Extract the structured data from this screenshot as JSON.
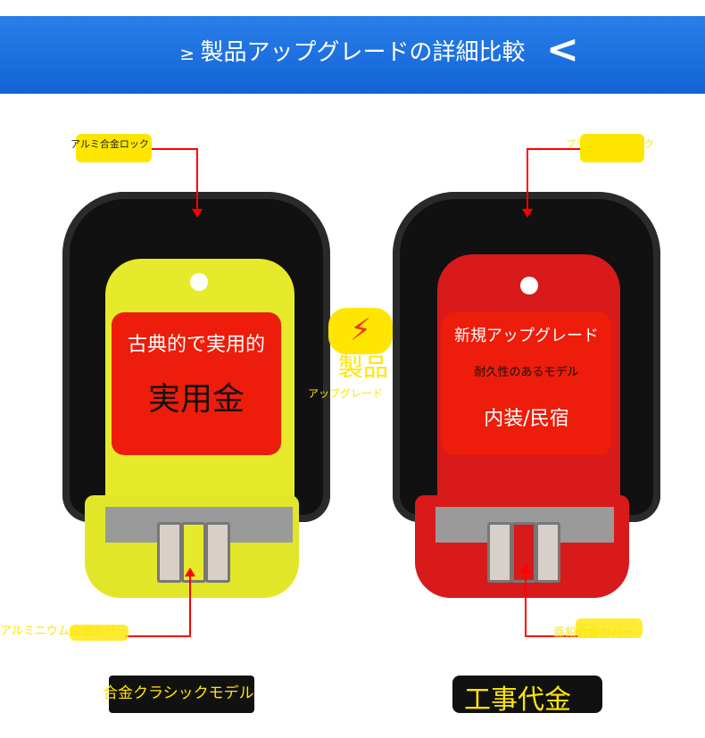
{
  "header": {
    "title": "製品アップグレードの詳細比較",
    "chevron": "<",
    "icon": "sparkle-icon"
  },
  "left": {
    "top_label": "アルミ合金ロック",
    "line1": "古典的で実用的",
    "line2": "実用金",
    "bottom_label": "アルミニウム合金カバー",
    "model": "合金クラシックモデル",
    "color": "#e6ea2a"
  },
  "center": {
    "badge": "製品",
    "sub": "アップグレード",
    "icon": "lightning-icon"
  },
  "right": {
    "top_label": "プラスチックロック",
    "line1": "新規アップグレード",
    "line2": "耐久性のあるモデル",
    "line3": "内装/民宿",
    "bottom_label": "亜鉛合金カバー",
    "model": "工事代金",
    "color": "#d81a1a"
  }
}
